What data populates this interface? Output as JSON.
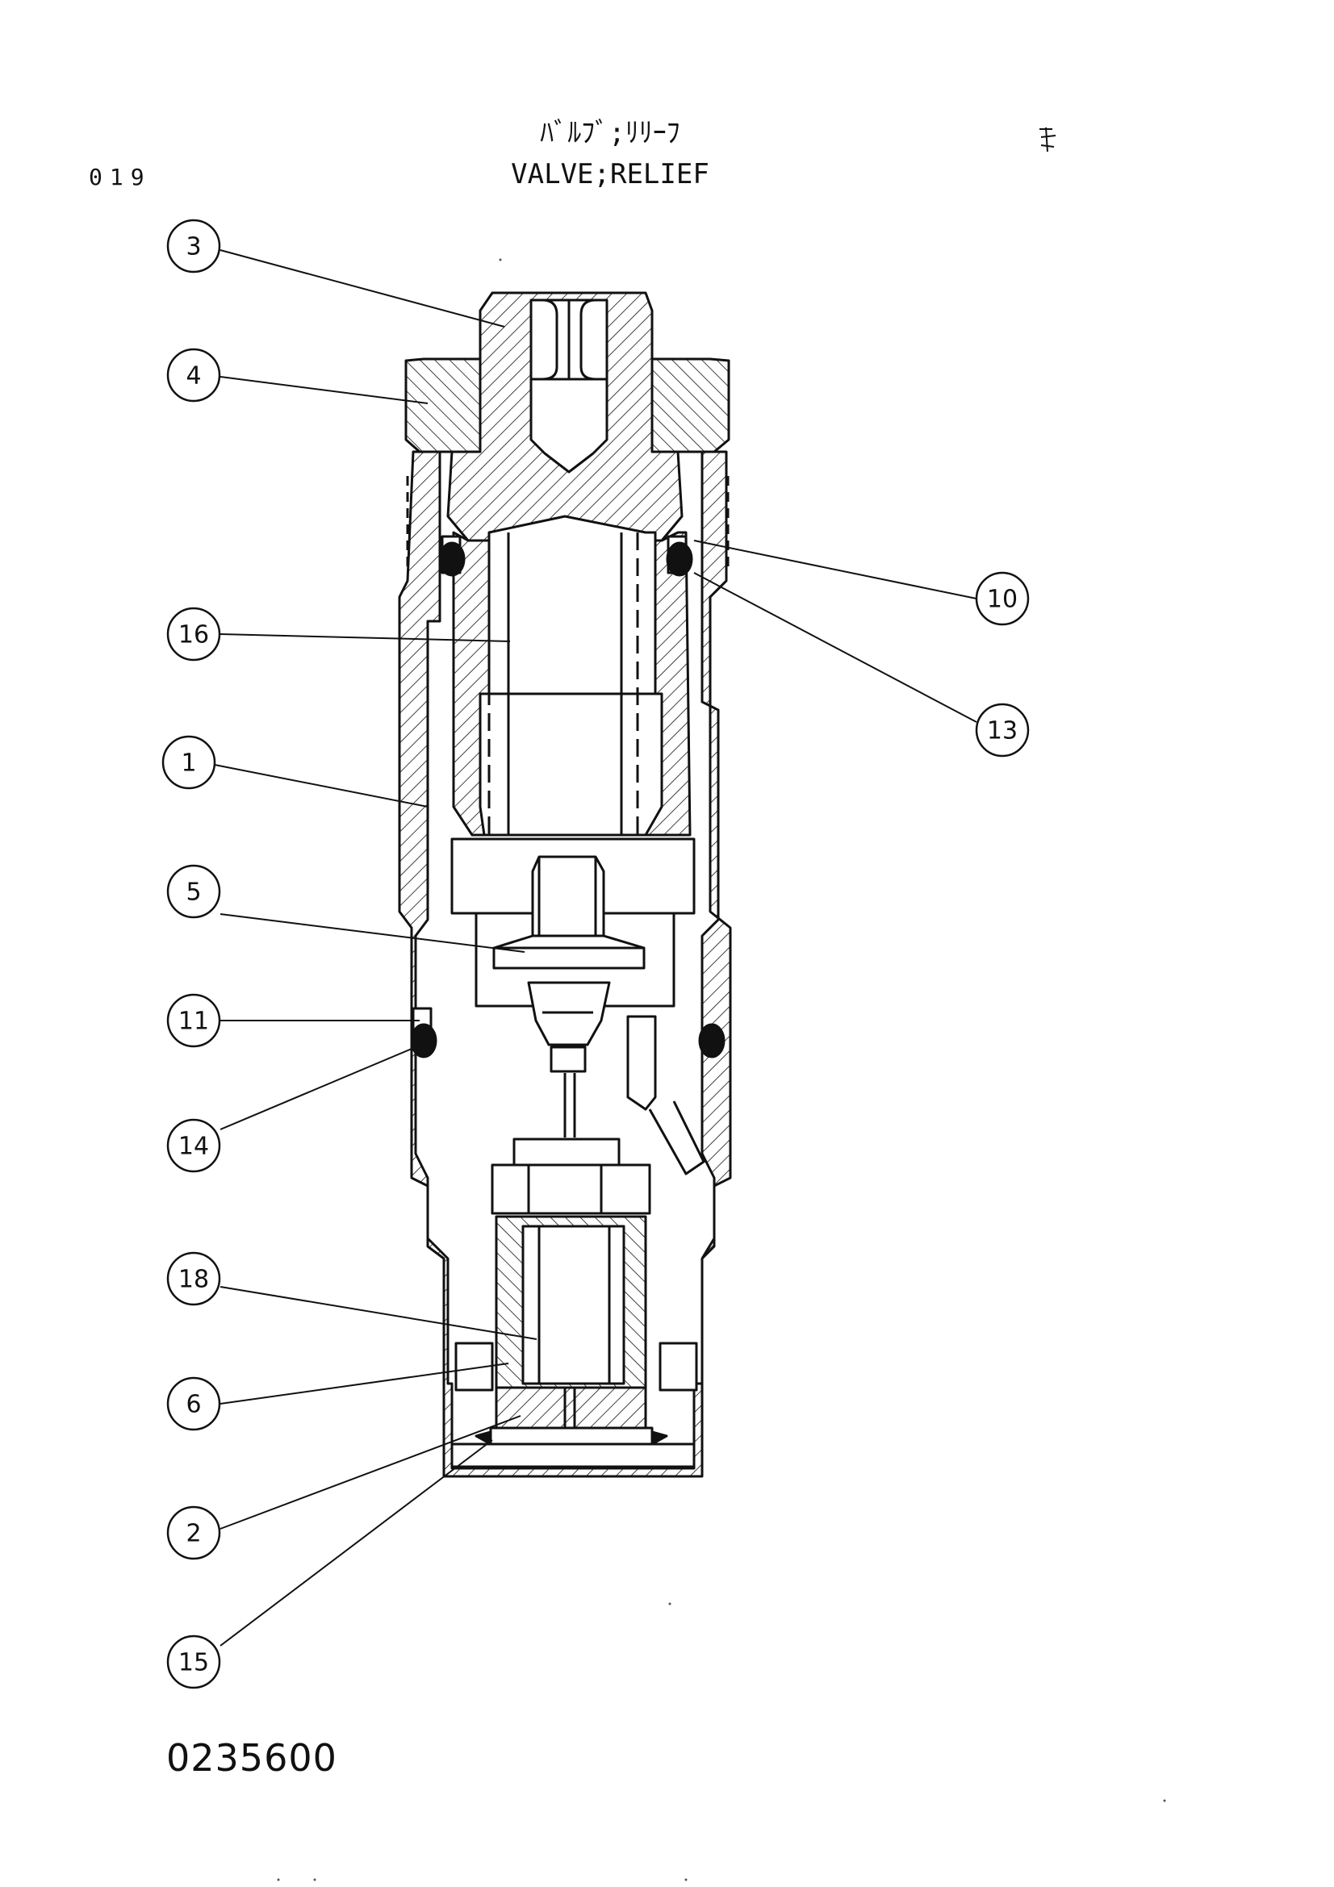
{
  "header": {
    "page_number": "019",
    "title_jp": "ﾊﾞﾙﾌﾞ;ﾘﾘｰﾌ",
    "title_en": "VALVE;RELIEF"
  },
  "footer": {
    "drawing_number": "0235600"
  },
  "callouts": [
    {
      "id": "c3",
      "label": "3"
    },
    {
      "id": "c4",
      "label": "4"
    },
    {
      "id": "c16",
      "label": "16"
    },
    {
      "id": "c1",
      "label": "1"
    },
    {
      "id": "c5",
      "label": "5"
    },
    {
      "id": "c11",
      "label": "11"
    },
    {
      "id": "c14",
      "label": "14"
    },
    {
      "id": "c18",
      "label": "18"
    },
    {
      "id": "c6",
      "label": "6"
    },
    {
      "id": "c2",
      "label": "2"
    },
    {
      "id": "c15",
      "label": "15"
    },
    {
      "id": "c10",
      "label": "10"
    },
    {
      "id": "c13",
      "label": "13"
    }
  ],
  "colors": {
    "ink": "#111111",
    "paper": "#ffffff"
  }
}
